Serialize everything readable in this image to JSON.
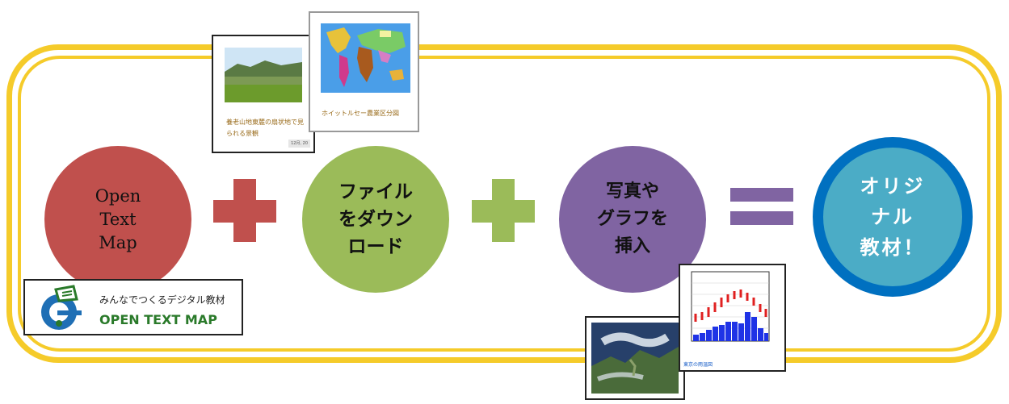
{
  "circles": {
    "open_text_map": {
      "lines": [
        "Open",
        "Text",
        "Map"
      ],
      "color": "#c0504d"
    },
    "download": {
      "lines": [
        "ファイル",
        "をダウン",
        "ロード"
      ],
      "color": "#9bbb59"
    },
    "insert": {
      "lines": [
        "写真や",
        "グラフを",
        "挿入"
      ],
      "color": "#8064a2"
    },
    "original": {
      "lines": [
        "オリジ",
        "ナル",
        "教材！"
      ],
      "color": "#4bacc6",
      "border_color": "#0070c0"
    }
  },
  "operators": {
    "plus_colors": [
      "#c0504d",
      "#9bbb59"
    ],
    "equals_color": "#8064a2"
  },
  "thumbnails": {
    "photo": {
      "caption": "養老山地東麓の扇状地で見られる景観",
      "date": "12月, 20"
    },
    "map": {
      "caption": "ホイットルセー農業区分図"
    },
    "climate": {
      "caption": "東京の雨温図"
    }
  },
  "logo": {
    "tagline": "みんなでつくるデジタル教材",
    "name": "OPEN TEXT MAP"
  }
}
